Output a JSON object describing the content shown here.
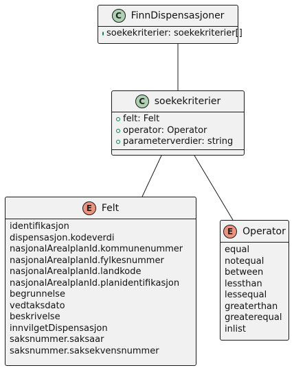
{
  "classes": {
    "finn": {
      "badge": "C",
      "name": "FinnDispensasjoner",
      "attributes": [
        "soekekriterier: soekekriterier[]"
      ]
    },
    "soek": {
      "badge": "C",
      "name": "soekekriterier",
      "attributes": [
        "felt: Felt",
        "operator: Operator",
        "parameterverdier: string"
      ]
    },
    "felt": {
      "badge": "E",
      "name": "Felt",
      "values": [
        "identifikasjon",
        "dispensasjon.kodeverdi",
        "nasjonalArealplanId.kommunenummer",
        "nasjonalArealplanId.fylkesnummer",
        "nasjonalArealplanId.landkode",
        "nasjonalArealplanId.planidentifikasjon",
        "begrunnelse",
        "vedtaksdato",
        "beskrivelse",
        "innvilgetDispensasjon",
        "saksnummer.saksaar",
        "saksnummer.saksekvensnummer"
      ]
    },
    "op": {
      "badge": "E",
      "name": "Operator",
      "values": [
        "equal",
        "notequal",
        "between",
        "lessthan",
        "lessequal",
        "greaterthan",
        "greaterequal",
        "inlist"
      ]
    }
  },
  "colors": {
    "class_badge": "#add1b2",
    "enum_badge": "#eb937f",
    "box_fill": "#f1f1f1",
    "line": "#181818"
  }
}
